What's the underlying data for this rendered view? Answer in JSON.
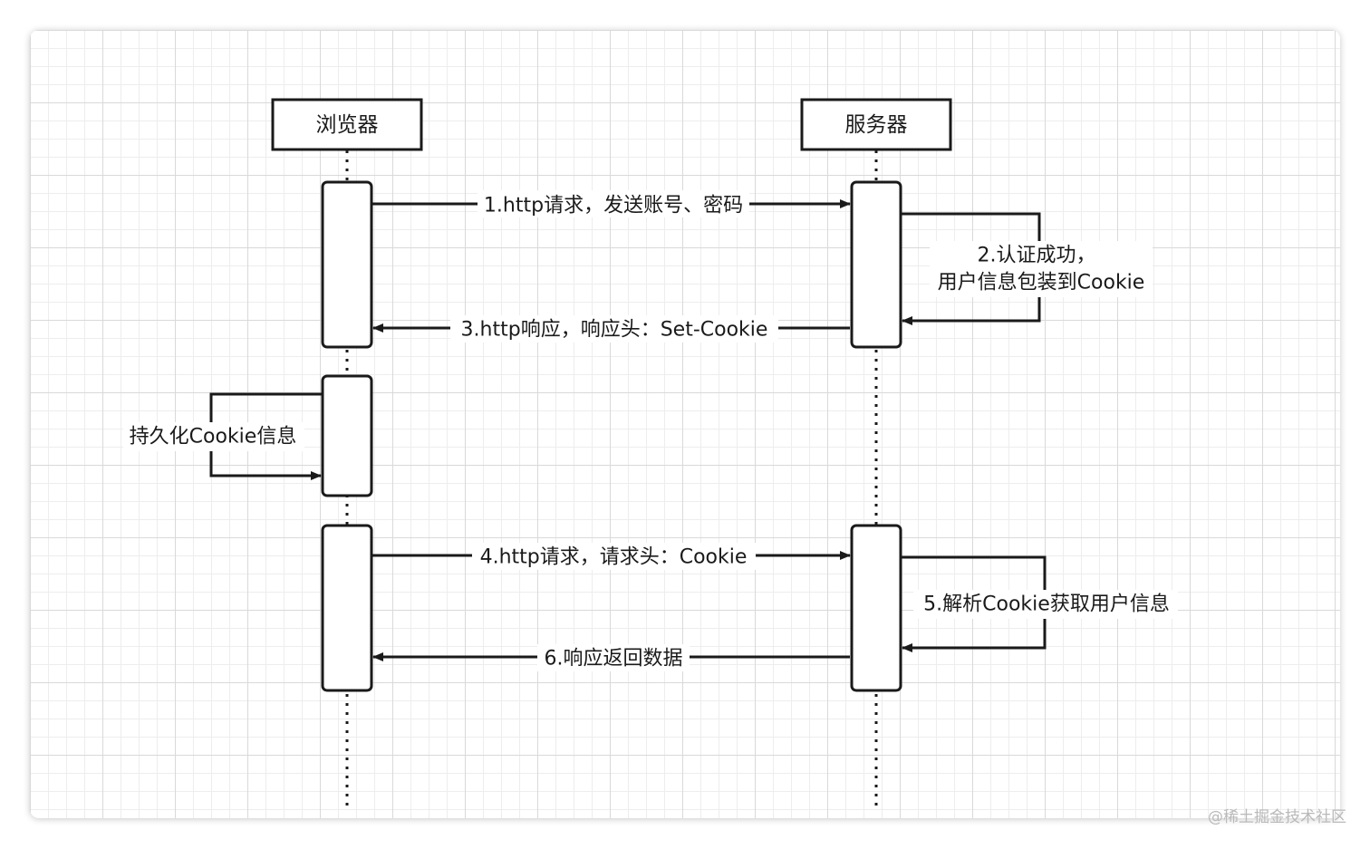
{
  "actors": {
    "browser": "浏览器",
    "server": "服务器"
  },
  "messages": {
    "m1": "1.http请求，发送账号、密码",
    "m2_line1": "2.认证成功，",
    "m2_line2": "用户信息包装到Cookie",
    "m3": "3.http响应，响应头：Set-Cookie",
    "persist": "持久化Cookie信息",
    "m4": "4.http请求，请求头：Cookie",
    "m5": "5.解析Cookie获取用户信息",
    "m6": "6.响应返回数据"
  },
  "watermark": "@稀土掘金技术社区",
  "colors": {
    "stroke": "#1a1a1a",
    "grid_major": "#d9d9d9",
    "grid_minor": "#ededed",
    "watermark": "#b9b9b9"
  }
}
